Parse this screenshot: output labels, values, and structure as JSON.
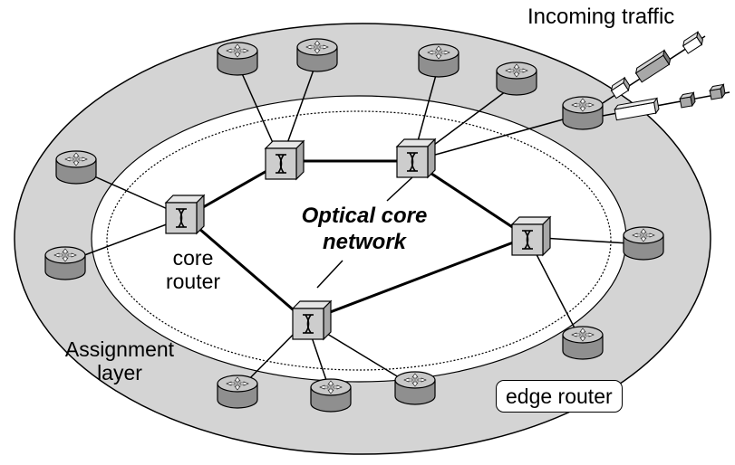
{
  "labels": {
    "incoming_traffic": "Incoming traffic",
    "optical_core_line1": "Optical core",
    "optical_core_line2": "network",
    "core_router_line1": "core",
    "core_router_line2": "router",
    "assignment_line1": "Assignment",
    "assignment_line2": "layer",
    "edge_router": "edge router"
  },
  "colors": {
    "outer_ring": "#d4d4d4",
    "core_area": "#ffffff",
    "switch_face": "#cdcdcd",
    "switch_top": "#e6e6e6",
    "switch_side": "#a8a8a8",
    "router_side": "#8f8f8f",
    "router_top": "#c8c8c8",
    "line": "#000000"
  },
  "icons": {
    "core_switch": "optical-crossconnect-icon",
    "edge_router": "router-cylinder-icon",
    "packet": "packet-box-icon"
  }
}
